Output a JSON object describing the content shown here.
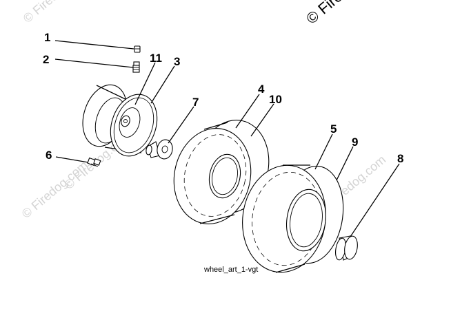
{
  "watermark": {
    "text": "© Firedog.com",
    "top_right_text": "© Fire"
  },
  "caption": "wheel_art_1-vgt",
  "callouts": {
    "c1": "1",
    "c2": "2",
    "c3": "3",
    "c4": "4",
    "c5": "5",
    "c6": "6",
    "c7": "7",
    "c8": "8",
    "c9": "9",
    "c10": "10",
    "c11": "11"
  },
  "colors": {
    "line": "#000000",
    "watermark": "#d4d4d4",
    "background": "#ffffff"
  }
}
